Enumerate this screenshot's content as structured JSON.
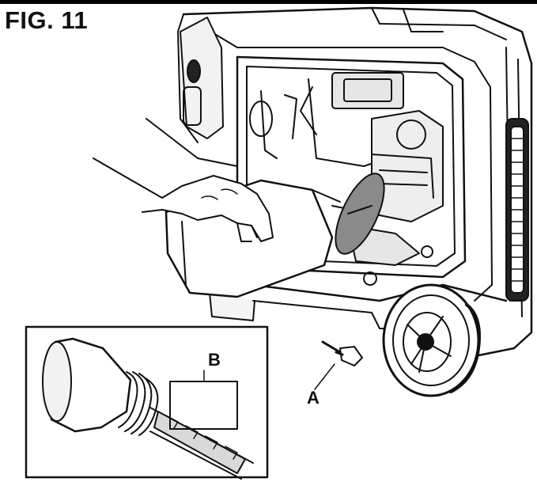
{
  "figure": {
    "title": "FIG. 11",
    "labels": {
      "a": "A",
      "b": "B"
    }
  },
  "colors": {
    "ink": "#111111",
    "background": "#ffffff",
    "shade": "#d9d9d9",
    "dark_shade": "#8a8a8a"
  }
}
